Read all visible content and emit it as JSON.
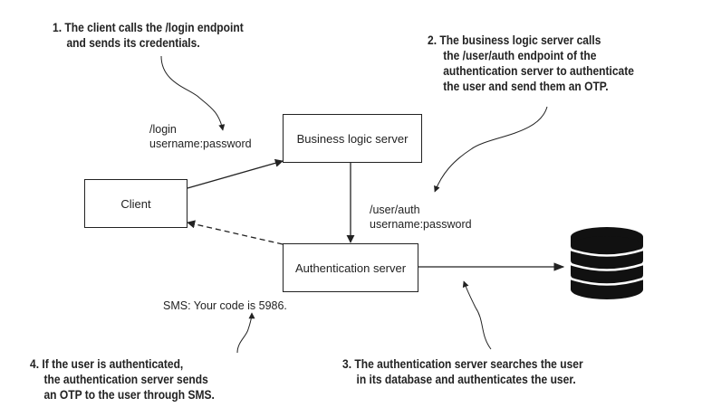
{
  "boxes": {
    "client": "Client",
    "business": "Business logic server",
    "auth": "Authentication server"
  },
  "labels": {
    "login": [
      "/login",
      "username:password"
    ],
    "user_auth": [
      "/user/auth",
      "username:password"
    ],
    "sms": "SMS: Your code is 5986."
  },
  "callouts": {
    "step1": [
      "1. The client calls the /login endpoint",
      "and sends its credentials."
    ],
    "step2": [
      "2. The business logic server calls",
      "the /user/auth endpoint of the",
      "authentication server to authenticate",
      "the user and send them an OTP."
    ],
    "step3": [
      "3. The authentication server searches the user",
      "in its database and authenticates the user."
    ],
    "step4": [
      "4. If the user is authenticated,",
      "the authentication server sends",
      "an OTP to the user through SMS."
    ]
  },
  "icons": {
    "database": "database-icon"
  },
  "colors": {
    "line": "#222222",
    "db": "#111111"
  }
}
